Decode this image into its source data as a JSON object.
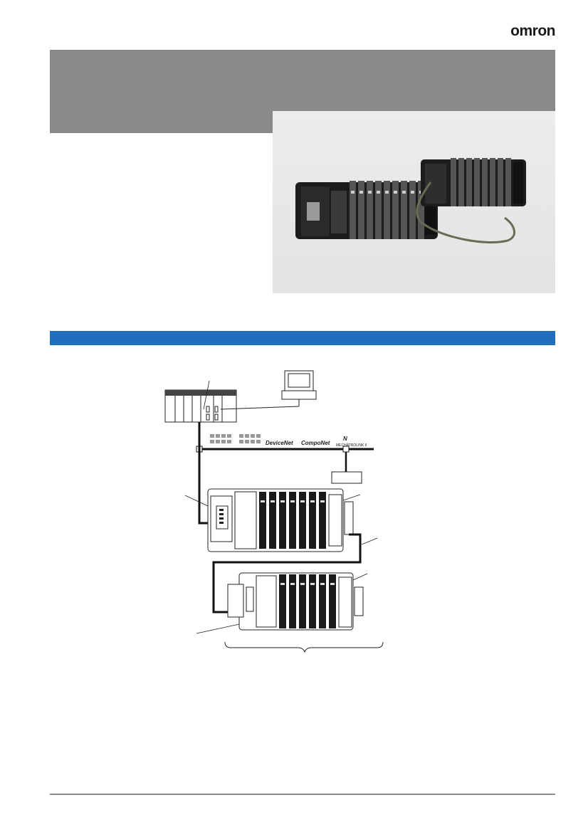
{
  "brand": {
    "logo_text": "omron"
  },
  "system_diagram": {
    "network_labels": [
      "DeviceNet",
      "CompoNet",
      "MECHATROLINK II"
    ]
  },
  "colors": {
    "header_band": "#8a8a8a",
    "section_bar": "#1f6fbe",
    "footer_line": "#8c8c8c"
  }
}
